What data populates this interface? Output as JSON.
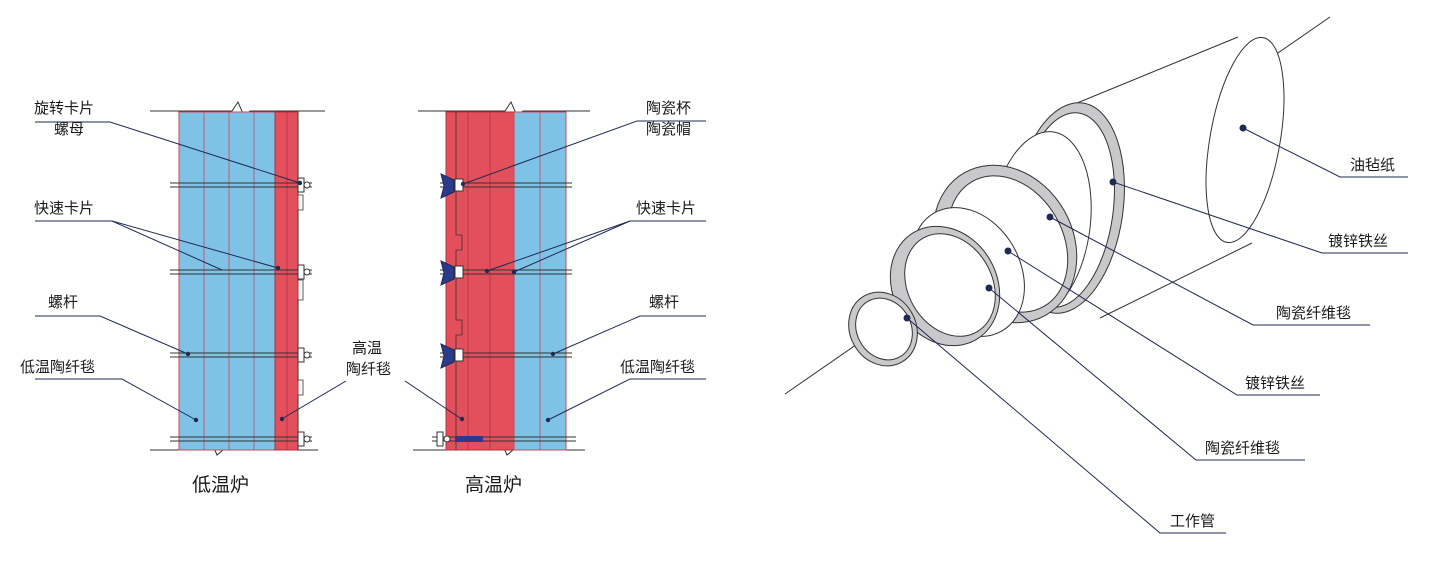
{
  "left_panel": {
    "low_furnace": {
      "caption": "低温炉",
      "labels": {
        "rotating_clip": "旋转卡片",
        "nut": "螺母",
        "quick_clip": "快速卡片",
        "screw_rod": "螺杆",
        "low_temp_blanket": "低温陶纤毯",
        "high_temp_line1": "高温",
        "high_temp_line2": "陶纤毯"
      }
    },
    "high_furnace": {
      "caption": "高温炉",
      "labels": {
        "ceramic_cup": "陶瓷杯",
        "ceramic_cap": "陶瓷帽",
        "quick_clip": "快速卡片",
        "screw_rod": "螺杆",
        "low_temp_blanket": "低温陶纤毯"
      }
    }
  },
  "right_panel": {
    "labels": {
      "tar_paper": "油毡纸",
      "galvanized_wire_outer": "镀锌铁丝",
      "ceramic_blanket_outer": "陶瓷纤维毯",
      "galvanized_wire_inner": "镀锌铁丝",
      "ceramic_blanket_inner": "陶瓷纤维毯",
      "work_pipe": "工作管"
    }
  },
  "colors": {
    "low_temp_blue": "#7ec3e6",
    "high_temp_red": "#e3505c",
    "leader_navy": "#1f2a55",
    "ring_gray": "#c9c9cc"
  }
}
